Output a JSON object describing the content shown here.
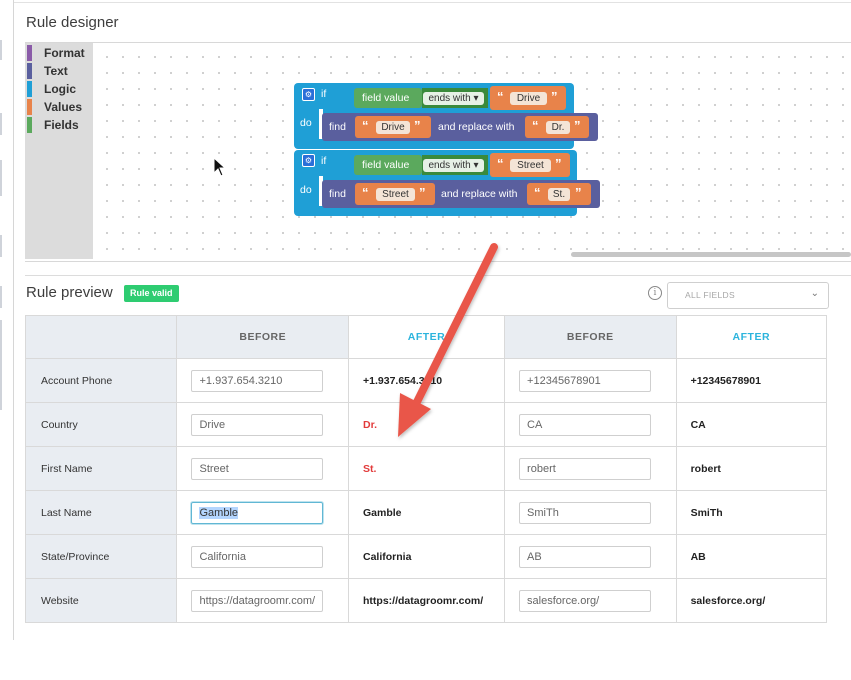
{
  "designer": {
    "title": "Rule designer",
    "categories": [
      {
        "label": "Format",
        "color": "#8a5ba8"
      },
      {
        "label": "Text",
        "color": "#5a5f9e"
      },
      {
        "label": "Logic",
        "color": "#1f9fd6"
      },
      {
        "label": "Values",
        "color": "#e8834a"
      },
      {
        "label": "Fields",
        "color": "#5ba95d"
      }
    ],
    "rules": [
      {
        "if_label": "if",
        "field_label": "field value",
        "op_label": "ends with",
        "match": "Drive",
        "do_label": "do",
        "find_label": "find",
        "find_text": "Drive",
        "replace_label": "and replace with",
        "replace_text": "Dr."
      },
      {
        "if_label": "if",
        "field_label": "field value",
        "op_label": "ends with",
        "match": "Street",
        "do_label": "do",
        "find_label": "find",
        "find_text": "Street",
        "replace_label": "and replace with",
        "replace_text": "St."
      }
    ]
  },
  "preview": {
    "title": "Rule preview",
    "badge": "Rule valid",
    "filter_placeholder": "ALL FIELDS",
    "columns": [
      "",
      "BEFORE",
      "AFTER",
      "BEFORE",
      "AFTER"
    ],
    "rows": [
      {
        "field": "Account Phone",
        "before1": "+1.937.654.3210",
        "after1": "+1.937.654.3210",
        "before2": "+12345678901",
        "after2": "+12345678901"
      },
      {
        "field": "Country",
        "before1": "Drive",
        "after1": "Dr.",
        "before2": "CA",
        "after2": "CA"
      },
      {
        "field": "First Name",
        "before1": "Street",
        "after1": "St.",
        "before2": "robert",
        "after2": "robert"
      },
      {
        "field": "Last Name",
        "before1": "Gamble",
        "after1": "Gamble",
        "before2": "SmiTh",
        "after2": "SmiTh"
      },
      {
        "field": "State/Province",
        "before1": "California",
        "after1": "California",
        "before2": "AB",
        "after2": "AB"
      },
      {
        "field": "Website",
        "before1": "https://datagroomr.com/",
        "after1": "https://datagroomr.com/",
        "before2": "salesforce.org/",
        "after2": "salesforce.org/"
      }
    ]
  },
  "colors": {
    "accent_after": "#2cb4dd",
    "changed": "#e23b3b",
    "badge": "#2ecc71",
    "arrow": "#e9574a"
  }
}
